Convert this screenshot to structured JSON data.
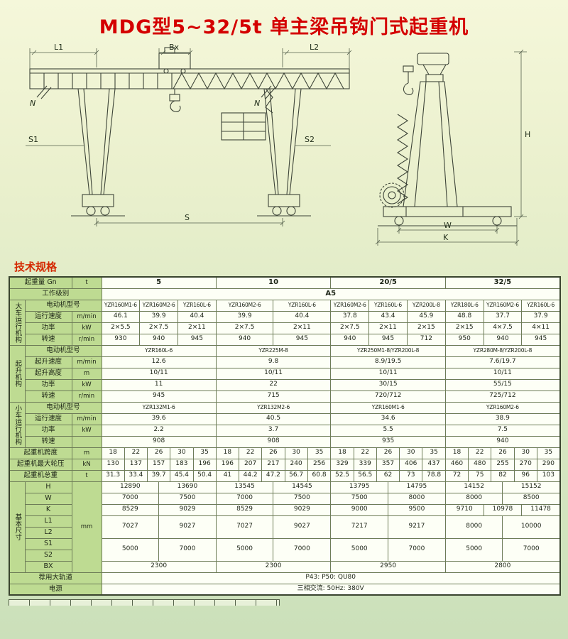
{
  "page": {
    "title": "MDG型5~32/5t 单主梁吊钩门式起重机",
    "section_title": "技术规格"
  },
  "drawing": {
    "labels": {
      "L1": "L1",
      "Bx": "Bx",
      "L2": "L2",
      "N1": "N",
      "N2": "N",
      "S1": "S1",
      "S2": "S2",
      "S": "S",
      "W": "W",
      "K": "K",
      "H": "H"
    }
  },
  "table": {
    "rows": [
      {
        "cells": [
          {
            "t": "起重量 Gn",
            "c": 2,
            "k": "h"
          },
          {
            "t": "t",
            "k": "u"
          },
          {
            "t": "5",
            "c": 30,
            "k": "b"
          },
          {
            "t": "10",
            "c": 30,
            "k": "b"
          },
          {
            "t": "20/5",
            "c": 30,
            "k": "b"
          },
          {
            "t": "32/5",
            "c": 30,
            "k": "b"
          }
        ]
      },
      {
        "cells": [
          {
            "t": "工作级别",
            "c": 3,
            "k": "h"
          },
          {
            "t": "A5",
            "c": 120,
            "k": "b"
          }
        ]
      },
      {
        "cells": [
          {
            "t": "大车运行机构",
            "r": 4,
            "k": "g"
          },
          {
            "t": "电动机型号",
            "c": 2,
            "k": "h"
          },
          {
            "t": "YZR160M1-6",
            "c": 10,
            "k": "m"
          },
          {
            "t": "YZR160M2-6",
            "c": 10,
            "k": "m"
          },
          {
            "t": "YZR160L-6",
            "c": 10,
            "k": "m"
          },
          {
            "t": "YZR160M2-6",
            "c": 15,
            "k": "m"
          },
          {
            "t": "YZR160L-6",
            "c": 15,
            "k": "m"
          },
          {
            "t": "YZR160M2-6",
            "c": 10,
            "k": "m"
          },
          {
            "t": "YZR160L-6",
            "c": 10,
            "k": "m"
          },
          {
            "t": "YZR200L-8",
            "c": 10,
            "k": "m"
          },
          {
            "t": "YZR180L-6",
            "c": 10,
            "k": "m"
          },
          {
            "t": "YZR160M2-6",
            "c": 10,
            "k": "m"
          },
          {
            "t": "YZR160L-6",
            "c": 10,
            "k": "m"
          }
        ]
      },
      {
        "cells": [
          {
            "t": "运行速度",
            "k": "h"
          },
          {
            "t": "m/min",
            "k": "u"
          },
          {
            "t": "46.1",
            "c": 10
          },
          {
            "t": "39.9",
            "c": 10
          },
          {
            "t": "40.4",
            "c": 10
          },
          {
            "t": "39.9",
            "c": 15
          },
          {
            "t": "40.4",
            "c": 15
          },
          {
            "t": "37.8",
            "c": 10
          },
          {
            "t": "43.4",
            "c": 10
          },
          {
            "t": "45.9",
            "c": 10
          },
          {
            "t": "48.8",
            "c": 10
          },
          {
            "t": "37.7",
            "c": 10
          },
          {
            "t": "37.9",
            "c": 10
          }
        ]
      },
      {
        "cells": [
          {
            "t": "功率",
            "k": "h"
          },
          {
            "t": "kW",
            "k": "u"
          },
          {
            "t": "2×5.5",
            "c": 10
          },
          {
            "t": "2×7.5",
            "c": 10
          },
          {
            "t": "2×11",
            "c": 10
          },
          {
            "t": "2×7.5",
            "c": 15
          },
          {
            "t": "2×11",
            "c": 15
          },
          {
            "t": "2×7.5",
            "c": 10
          },
          {
            "t": "2×11",
            "c": 10
          },
          {
            "t": "2×15",
            "c": 10
          },
          {
            "t": "2×15",
            "c": 10
          },
          {
            "t": "4×7.5",
            "c": 10
          },
          {
            "t": "4×11",
            "c": 10
          }
        ]
      },
      {
        "cells": [
          {
            "t": "转速",
            "k": "h"
          },
          {
            "t": "r/min",
            "k": "u"
          },
          {
            "t": "930",
            "c": 10
          },
          {
            "t": "940",
            "c": 10
          },
          {
            "t": "945",
            "c": 10
          },
          {
            "t": "940",
            "c": 15
          },
          {
            "t": "945",
            "c": 15
          },
          {
            "t": "940",
            "c": 10
          },
          {
            "t": "945",
            "c": 10
          },
          {
            "t": "712",
            "c": 10
          },
          {
            "t": "950",
            "c": 10
          },
          {
            "t": "940",
            "c": 10
          },
          {
            "t": "945",
            "c": 10
          }
        ]
      },
      {
        "cells": [
          {
            "t": "起升机构",
            "r": 5,
            "k": "g"
          },
          {
            "t": "电动机型号",
            "c": 2,
            "k": "h"
          },
          {
            "t": "YZR160L-6",
            "c": 30,
            "k": "m"
          },
          {
            "t": "YZR225M-8",
            "c": 30,
            "k": "m"
          },
          {
            "t": "YZR250M1-8/YZR200L-8",
            "c": 30,
            "k": "m"
          },
          {
            "t": "YZR280M-8/YZR200L-8",
            "c": 30,
            "k": "m"
          }
        ]
      },
      {
        "cells": [
          {
            "t": "起升速度",
            "k": "h"
          },
          {
            "t": "m/min",
            "k": "u"
          },
          {
            "t": "12.6",
            "c": 30
          },
          {
            "t": "9.8",
            "c": 30
          },
          {
            "t": "8.9/19.5",
            "c": 30
          },
          {
            "t": "7.6/19.7",
            "c": 30
          }
        ]
      },
      {
        "cells": [
          {
            "t": "起升高度",
            "k": "h"
          },
          {
            "t": "m",
            "k": "u"
          },
          {
            "t": "10/11",
            "c": 30
          },
          {
            "t": "10/11",
            "c": 30
          },
          {
            "t": "10/11",
            "c": 30
          },
          {
            "t": "10/11",
            "c": 30
          }
        ]
      },
      {
        "cells": [
          {
            "t": "功率",
            "k": "h"
          },
          {
            "t": "kW",
            "k": "u"
          },
          {
            "t": "11",
            "c": 30
          },
          {
            "t": "22",
            "c": 30
          },
          {
            "t": "30/15",
            "c": 30
          },
          {
            "t": "55/15",
            "c": 30
          }
        ]
      },
      {
        "cells": [
          {
            "t": "转速",
            "k": "h"
          },
          {
            "t": "r/min",
            "k": "u"
          },
          {
            "t": "945",
            "c": 30
          },
          {
            "t": "715",
            "c": 30
          },
          {
            "t": "720/712",
            "c": 30
          },
          {
            "t": "725/712",
            "c": 30
          }
        ]
      },
      {
        "cells": [
          {
            "t": "小车运行机构",
            "r": 4,
            "k": "g"
          },
          {
            "t": "电动机型号",
            "c": 2,
            "k": "h"
          },
          {
            "t": "YZR132M1-6",
            "c": 30,
            "k": "m"
          },
          {
            "t": "YZR132M2-6",
            "c": 30,
            "k": "m"
          },
          {
            "t": "YZR160M1-6",
            "c": 30,
            "k": "m"
          },
          {
            "t": "YZR160M2-6",
            "c": 30,
            "k": "m"
          }
        ]
      },
      {
        "cells": [
          {
            "t": "运行速度",
            "k": "h"
          },
          {
            "t": "m/min",
            "k": "u"
          },
          {
            "t": "39.6",
            "c": 30
          },
          {
            "t": "40.5",
            "c": 30
          },
          {
            "t": "34.6",
            "c": 30
          },
          {
            "t": "38.9",
            "c": 30
          }
        ]
      },
      {
        "cells": [
          {
            "t": "功率",
            "k": "h"
          },
          {
            "t": "kW",
            "k": "u"
          },
          {
            "t": "2.2",
            "c": 30
          },
          {
            "t": "3.7",
            "c": 30
          },
          {
            "t": "5.5",
            "c": 30
          },
          {
            "t": "7.5",
            "c": 30
          }
        ]
      },
      {
        "cells": [
          {
            "t": "转速",
            "k": "h"
          },
          {
            "t": "",
            "k": "u"
          },
          {
            "t": "908",
            "c": 30
          },
          {
            "t": "908",
            "c": 30
          },
          {
            "t": "935",
            "c": 30
          },
          {
            "t": "940",
            "c": 30
          }
        ]
      },
      {
        "cells": [
          {
            "t": "起重机跨度",
            "c": 2,
            "k": "h"
          },
          {
            "t": "m",
            "k": "u"
          },
          {
            "t": "18",
            "c": 6
          },
          {
            "t": "22",
            "c": 6
          },
          {
            "t": "26",
            "c": 6
          },
          {
            "t": "30",
            "c": 6
          },
          {
            "t": "35",
            "c": 6
          },
          {
            "t": "18",
            "c": 6
          },
          {
            "t": "22",
            "c": 6
          },
          {
            "t": "26",
            "c": 6
          },
          {
            "t": "30",
            "c": 6
          },
          {
            "t": "35",
            "c": 6
          },
          {
            "t": "18",
            "c": 6
          },
          {
            "t": "22",
            "c": 6
          },
          {
            "t": "26",
            "c": 6
          },
          {
            "t": "30",
            "c": 6
          },
          {
            "t": "35",
            "c": 6
          },
          {
            "t": "18",
            "c": 6
          },
          {
            "t": "22",
            "c": 6
          },
          {
            "t": "26",
            "c": 6
          },
          {
            "t": "30",
            "c": 6
          },
          {
            "t": "35",
            "c": 6
          }
        ]
      },
      {
        "cells": [
          {
            "t": "起重机最大轮压",
            "c": 2,
            "k": "h"
          },
          {
            "t": "kN",
            "k": "u"
          },
          {
            "t": "130",
            "c": 6
          },
          {
            "t": "137",
            "c": 6
          },
          {
            "t": "157",
            "c": 6
          },
          {
            "t": "183",
            "c": 6
          },
          {
            "t": "196",
            "c": 6
          },
          {
            "t": "196",
            "c": 6
          },
          {
            "t": "207",
            "c": 6
          },
          {
            "t": "217",
            "c": 6
          },
          {
            "t": "240",
            "c": 6
          },
          {
            "t": "256",
            "c": 6
          },
          {
            "t": "329",
            "c": 6
          },
          {
            "t": "339",
            "c": 6
          },
          {
            "t": "357",
            "c": 6
          },
          {
            "t": "406",
            "c": 6
          },
          {
            "t": "437",
            "c": 6
          },
          {
            "t": "460",
            "c": 6
          },
          {
            "t": "480",
            "c": 6
          },
          {
            "t": "255",
            "c": 6
          },
          {
            "t": "270",
            "c": 6
          },
          {
            "t": "290",
            "c": 6
          }
        ]
      },
      {
        "cells": [
          {
            "t": "起重机总重",
            "c": 2,
            "k": "h"
          },
          {
            "t": "t",
            "k": "u"
          },
          {
            "t": "31.3",
            "c": 6
          },
          {
            "t": "33.4",
            "c": 6
          },
          {
            "t": "39.7",
            "c": 6
          },
          {
            "t": "45.4",
            "c": 6
          },
          {
            "t": "50.4",
            "c": 6
          },
          {
            "t": "41",
            "c": 6
          },
          {
            "t": "44.2",
            "c": 6
          },
          {
            "t": "47.2",
            "c": 6
          },
          {
            "t": "56.7",
            "c": 6
          },
          {
            "t": "60.8",
            "c": 6
          },
          {
            "t": "52.5",
            "c": 6
          },
          {
            "t": "56.5",
            "c": 6
          },
          {
            "t": "62",
            "c": 6
          },
          {
            "t": "73",
            "c": 6
          },
          {
            "t": "78.8",
            "c": 6
          },
          {
            "t": "72",
            "c": 6
          },
          {
            "t": "75",
            "c": 6
          },
          {
            "t": "82",
            "c": 6
          },
          {
            "t": "96",
            "c": 6
          },
          {
            "t": "103",
            "c": 6
          }
        ]
      },
      {
        "cells": [
          {
            "t": "基本尺寸",
            "r": 8,
            "k": "g"
          },
          {
            "t": "H",
            "k": "h"
          },
          {
            "t": "mm",
            "r": 8,
            "k": "u"
          },
          {
            "t": "12890",
            "c": 15
          },
          {
            "t": "13690",
            "c": 15
          },
          {
            "t": "13545",
            "c": 15
          },
          {
            "t": "14545",
            "c": 15
          },
          {
            "t": "13795",
            "c": 15
          },
          {
            "t": "14795",
            "c": 15
          },
          {
            "t": "14152",
            "c": 15
          },
          {
            "t": "15152",
            "c": 15
          }
        ]
      },
      {
        "cells": [
          {
            "t": "W",
            "k": "h"
          },
          {
            "t": "7000",
            "c": 15
          },
          {
            "t": "7500",
            "c": 15
          },
          {
            "t": "7000",
            "c": 15
          },
          {
            "t": "7500",
            "c": 15
          },
          {
            "t": "7500",
            "c": 15
          },
          {
            "t": "8000",
            "c": 15
          },
          {
            "t": "8000",
            "c": 15
          },
          {
            "t": "8500",
            "c": 15
          }
        ]
      },
      {
        "cells": [
          {
            "t": "K",
            "k": "h"
          },
          {
            "t": "8529",
            "c": 15
          },
          {
            "t": "9029",
            "c": 15
          },
          {
            "t": "8529",
            "c": 15
          },
          {
            "t": "9029",
            "c": 15
          },
          {
            "t": "9000",
            "c": 15
          },
          {
            "t": "9500",
            "c": 15
          },
          {
            "t": "9710",
            "c": 10
          },
          {
            "t": "10978",
            "c": 10
          },
          {
            "t": "11478",
            "c": 10
          }
        ]
      },
      {
        "cells": [
          {
            "t": "L1",
            "k": "h"
          },
          {
            "t": "7027",
            "c": 15,
            "r": 2
          },
          {
            "t": "9027",
            "c": 15,
            "r": 2
          },
          {
            "t": "7027",
            "c": 15,
            "r": 2
          },
          {
            "t": "9027",
            "c": 15,
            "r": 2
          },
          {
            "t": "7217",
            "c": 15,
            "r": 2
          },
          {
            "t": "9217",
            "c": 15,
            "r": 2
          },
          {
            "t": "8000",
            "c": 15,
            "r": 2
          },
          {
            "t": "10000",
            "c": 15,
            "r": 2
          }
        ]
      },
      {
        "cells": [
          {
            "t": "L2",
            "k": "h"
          }
        ]
      },
      {
        "cells": [
          {
            "t": "S1",
            "k": "h"
          },
          {
            "t": "5000",
            "c": 15,
            "r": 2
          },
          {
            "t": "7000",
            "c": 15,
            "r": 2
          },
          {
            "t": "5000",
            "c": 15,
            "r": 2
          },
          {
            "t": "7000",
            "c": 15,
            "r": 2
          },
          {
            "t": "5000",
            "c": 15,
            "r": 2
          },
          {
            "t": "7000",
            "c": 15,
            "r": 2
          },
          {
            "t": "5000",
            "c": 15,
            "r": 2
          },
          {
            "t": "7000",
            "c": 15,
            "r": 2
          }
        ]
      },
      {
        "cells": [
          {
            "t": "S2",
            "k": "h"
          }
        ]
      },
      {
        "cells": [
          {
            "t": "BX",
            "k": "h"
          },
          {
            "t": "2300",
            "c": 30
          },
          {
            "t": "2300",
            "c": 30
          },
          {
            "t": "2950",
            "c": 30
          },
          {
            "t": "2800",
            "c": 30
          }
        ]
      },
      {
        "cells": [
          {
            "t": "荐用大轨道",
            "c": 3,
            "k": "h"
          },
          {
            "t": "P43:    P50:    QU80",
            "c": 120
          }
        ]
      },
      {
        "cells": [
          {
            "t": "电源",
            "c": 3,
            "k": "h"
          },
          {
            "t": "三相交流:  50Hz:  380V",
            "c": 120
          }
        ]
      }
    ]
  }
}
